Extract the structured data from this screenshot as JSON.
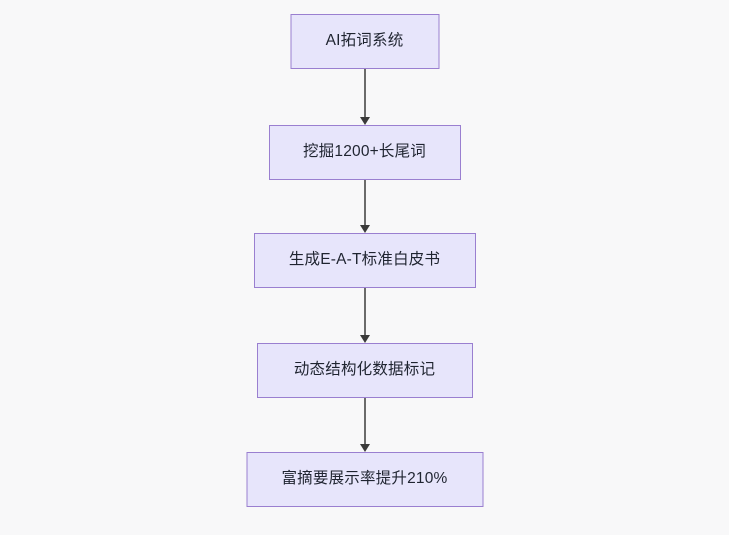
{
  "diagram": {
    "type": "flowchart",
    "direction": "top-to-bottom",
    "background_color": "#f8f8f9",
    "node_fill_color": "#e7e5fb",
    "node_border_color": "#9a7fd0",
    "node_text_color": "#1f2430",
    "connector_color": "#6b6b6b",
    "arrowhead_color": "#3a3a3a",
    "nodes": [
      {
        "id": "node-0",
        "label": "AI拓词系统"
      },
      {
        "id": "node-1",
        "label": "挖掘1200+长尾词"
      },
      {
        "id": "node-2",
        "label": "生成E-A-T标准白皮书"
      },
      {
        "id": "node-3",
        "label": "动态结构化数据标记"
      },
      {
        "id": "node-4",
        "label": "富摘要展示率提升210%"
      }
    ],
    "edges": [
      {
        "id": "conn-0",
        "from": "node-0",
        "to": "node-1",
        "arrow": "arrow-down-icon"
      },
      {
        "id": "conn-1",
        "from": "node-1",
        "to": "node-2",
        "arrow": "arrow-down-icon"
      },
      {
        "id": "conn-2",
        "from": "node-2",
        "to": "node-3",
        "arrow": "arrow-down-icon"
      },
      {
        "id": "conn-3",
        "from": "node-3",
        "to": "node-4",
        "arrow": "arrow-down-icon"
      }
    ]
  }
}
